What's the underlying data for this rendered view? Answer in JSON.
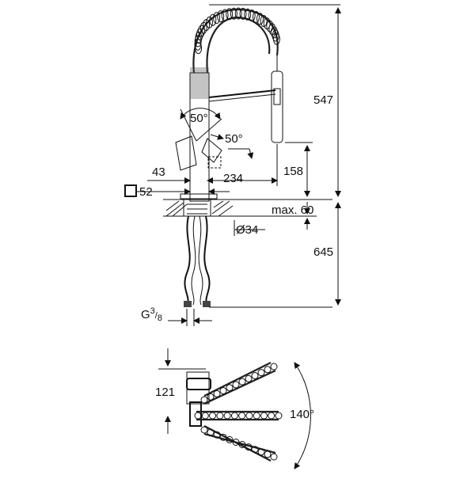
{
  "dimensions": {
    "height_upper": "547",
    "height_lower": "645",
    "spout_height": "158",
    "reach": "234",
    "body_offset": "43",
    "square_prefix": "□",
    "square_size": "52",
    "deck_thickness": "max. 60",
    "hole_diameter": "Ø34",
    "swivel_angle_a": "50°",
    "swivel_angle_b": "50°",
    "plan_length": "121",
    "plan_angle": "140°",
    "thread_prefix": "G",
    "thread_num": "3",
    "thread_den": "8"
  }
}
